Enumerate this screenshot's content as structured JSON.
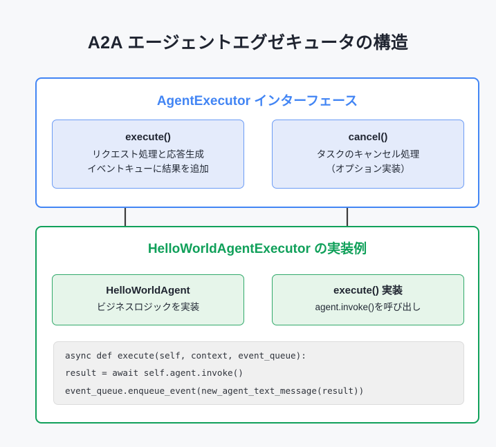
{
  "page": {
    "title": "A2A エージェントエグゼキュータの構造",
    "background_color": "#f7f8fa"
  },
  "sections": {
    "interface": {
      "title": "AgentExecutor インターフェース",
      "accent_color": "#4285f4",
      "node_fill": "#e4ebfb",
      "nodes": [
        {
          "name": "execute",
          "title": "execute()",
          "lines": [
            "リクエスト処理と応答生成",
            "イベントキューに結果を追加"
          ]
        },
        {
          "name": "cancel",
          "title": "cancel()",
          "lines": [
            "タスクのキャンセル処理",
            "（オプション実装）"
          ]
        }
      ]
    },
    "implementation": {
      "title": "HelloWorldAgentExecutor の実装例",
      "accent_color": "#10a05a",
      "node_fill": "#e6f5ea",
      "nodes": [
        {
          "name": "helloworldagent",
          "title": "HelloWorldAgent",
          "lines": [
            "ビジネスロジックを実装"
          ]
        },
        {
          "name": "execute-impl",
          "title": "execute() 実装",
          "lines": [
            "agent.invoke()を呼び出し"
          ]
        }
      ],
      "code": {
        "lines": [
          "async def execute(self, context, event_queue):",
          "result = await self.agent.invoke()",
          "event_queue.enqueue_event(new_agent_text_message(result))"
        ]
      }
    }
  },
  "connectors": [
    {
      "name": "execute-to-helloworldagent",
      "color": "#3c3c3c"
    },
    {
      "name": "cancel-to-execute-impl",
      "color": "#3c3c3c"
    }
  ]
}
